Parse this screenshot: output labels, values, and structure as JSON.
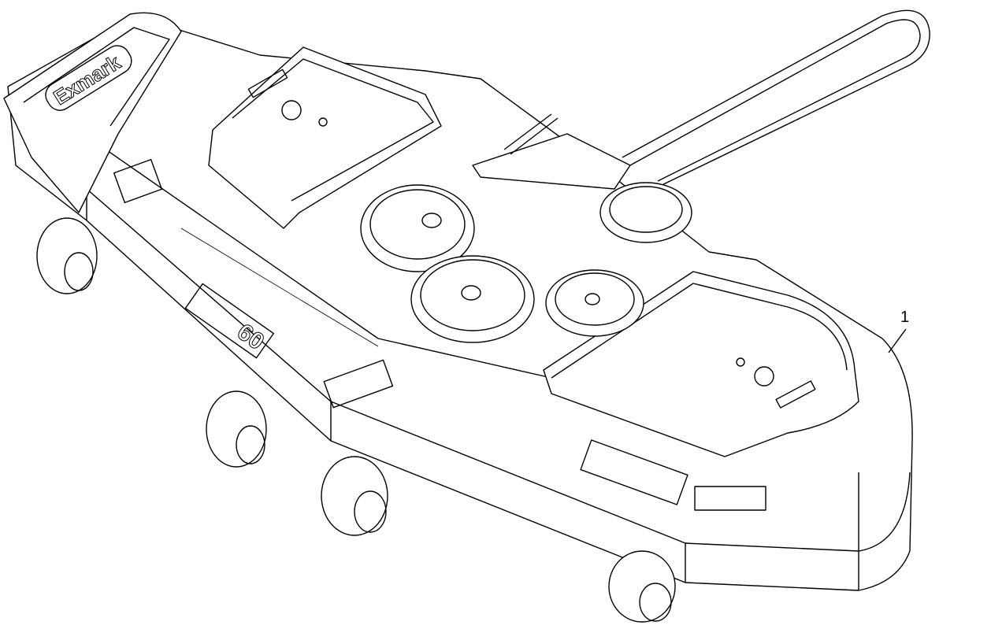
{
  "diagram": {
    "callouts": [
      {
        "label": "1",
        "target": "mower-deck"
      }
    ],
    "logo_text": "Exmark",
    "deck_size_label": "60"
  }
}
